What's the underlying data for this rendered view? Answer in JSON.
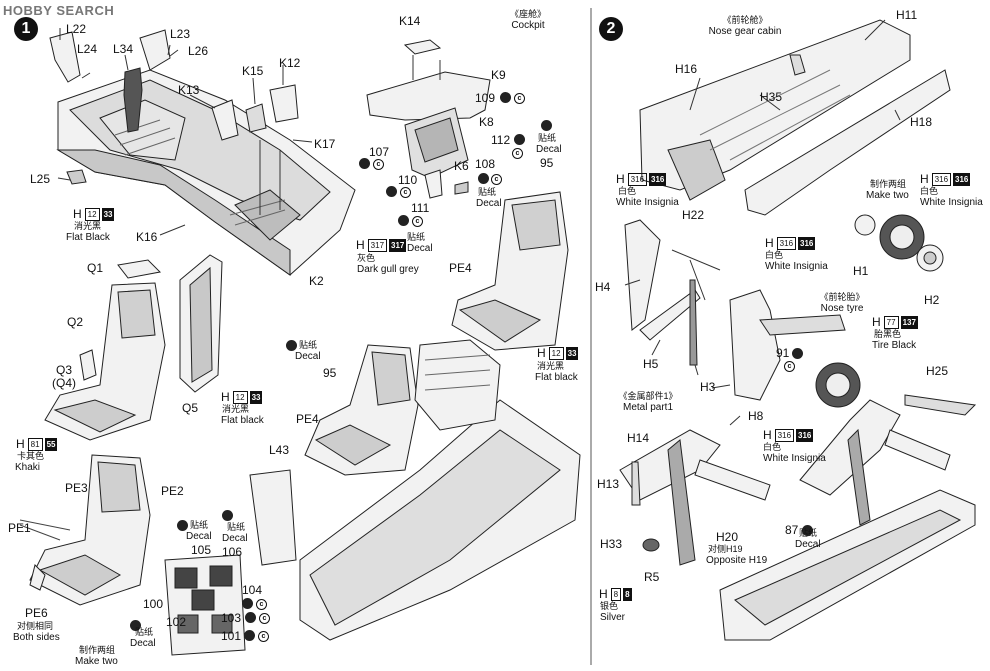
{
  "watermark": "HOBBY SEARCH",
  "steps": {
    "one": "1",
    "two": "2"
  },
  "section_titles": {
    "cockpit_cn": "《座舱》",
    "cockpit_en": "Cockpit",
    "nose_cabin_cn": "《前轮舱》",
    "nose_cabin_en": "Nose gear cabin",
    "nose_tyre_cn": "《前轮胎》",
    "nose_tyre_en": "Nose tyre",
    "metal_cn": "《金属部件1》",
    "metal_en": "Metal part1"
  },
  "parts": {
    "L22": "L22",
    "L24": "L24",
    "L34": "L34",
    "L23": "L23",
    "L26": "L26",
    "L25": "L25",
    "K13": "K13",
    "K15": "K15",
    "K12": "K12",
    "K17": "K17",
    "K16": "K16",
    "K14": "K14",
    "K9": "K9",
    "K8": "K8",
    "K6": "K6",
    "K2": "K2",
    "Q1": "Q1",
    "Q2": "Q2",
    "Q3": "Q3",
    "Q4": "(Q4)",
    "Q5": "Q5",
    "PE4a": "PE4",
    "PE4b": "PE4",
    "PE3": "PE3",
    "PE2": "PE2",
    "PE1": "PE1",
    "PE6": "PE6",
    "L43": "L43",
    "H11": "H11",
    "H16": "H16",
    "H35": "H35",
    "H18": "H18",
    "H22": "H22",
    "H4": "H4",
    "H5": "H5",
    "H3": "H3",
    "H1": "H1",
    "H2": "H2",
    "H25": "H25",
    "H8": "H8",
    "H14": "H14",
    "H13": "H13",
    "H33": "H33",
    "R5": "R5",
    "H20": "H20",
    "d109": "109",
    "d107": "107",
    "d112": "112",
    "d110": "110",
    "d108": "108",
    "d111": "111",
    "d95a": "95",
    "d95b": "95",
    "d105": "105",
    "d106": "106",
    "d100": "100",
    "d104": "104",
    "d102": "102",
    "d103": "103",
    "d101": "101",
    "d91": "91",
    "d87": "87"
  },
  "decal": {
    "cn": "贴纸",
    "en": "Decal"
  },
  "notes": {
    "pe6_cn": "对侧相同",
    "pe6_en": "Both sides",
    "make_two_cn": "制作两组",
    "make_two_en": "Make two",
    "h20_cn": "对侧H19",
    "h20_en": "Opposite H19"
  },
  "paints": {
    "flat_black": {
      "h": "H",
      "code": "12",
      "mr": "33",
      "cn": "消光黑",
      "en": "Flat black"
    },
    "flat_black_cap": {
      "h": "H",
      "code": "12",
      "mr": "33",
      "cn": "消光黑",
      "en": "Flat Black"
    },
    "dark_gull": {
      "h": "H",
      "code": "317",
      "mr": "317",
      "cn": "灰色",
      "en": "Dark gull grey"
    },
    "khaki": {
      "h": "H",
      "code": "81",
      "mr": "55",
      "cn": "卡其色",
      "en": "Khaki"
    },
    "white": {
      "h": "H",
      "code": "316",
      "mr": "316",
      "cn": "白色",
      "en": "White Insignia"
    },
    "tire_black": {
      "h": "H",
      "code": "77",
      "mr": "137",
      "cn": "胎黑色",
      "en": "Tire Black"
    },
    "silver": {
      "h": "H",
      "code": "8",
      "mr": "8",
      "cn": "银色",
      "en": "Silver"
    }
  },
  "colors": {
    "ink": "#111111",
    "part": "#f3f3f3",
    "shade": "#c9c9c9",
    "dark": "#7a7a7a"
  }
}
